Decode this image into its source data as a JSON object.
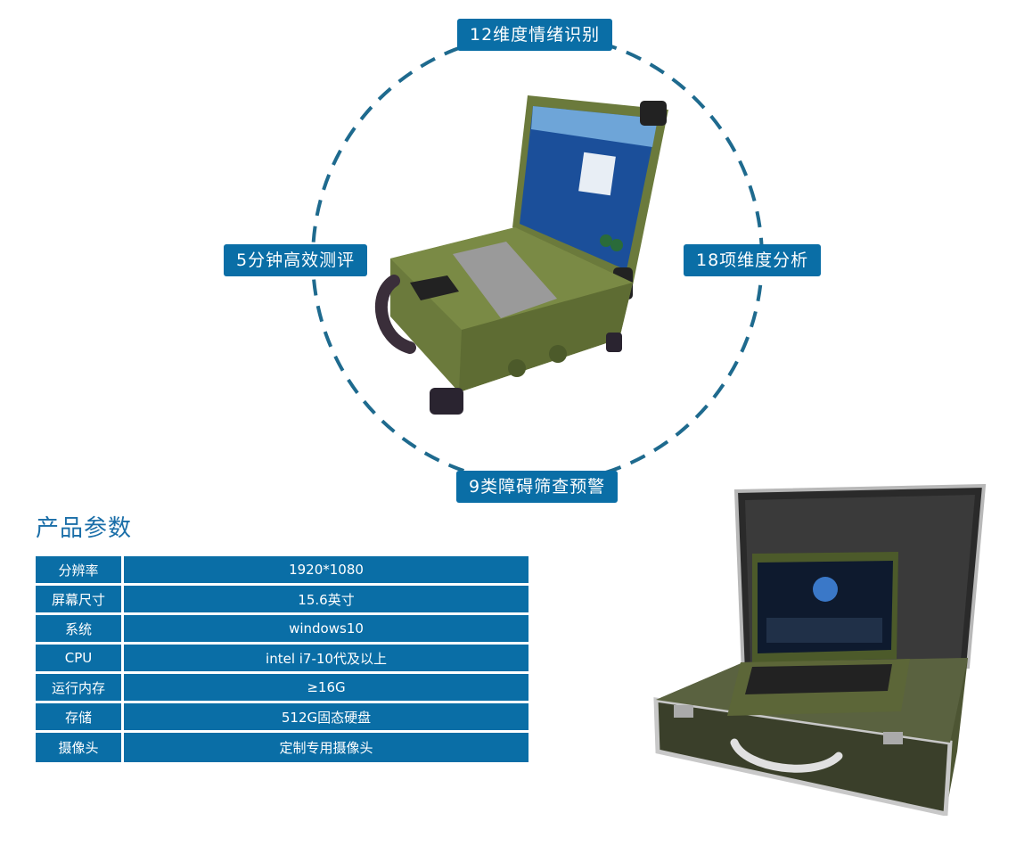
{
  "features": {
    "top": "12维度情绪识别",
    "left": "5分钟高效测评",
    "right": "18项维度分析",
    "bottom": "9类障碍筛查预警"
  },
  "section_title": "产品参数",
  "params": [
    {
      "label": "分辨率",
      "value": "1920*1080"
    },
    {
      "label": "屏幕尺寸",
      "value": "15.6英寸"
    },
    {
      "label": "系统",
      "value": "windows10"
    },
    {
      "label": "CPU",
      "value": "intel i7-10代及以上"
    },
    {
      "label": "运行内存",
      "value": "≥16G"
    },
    {
      "label": "存储",
      "value": "512G固态硬盘"
    },
    {
      "label": "摄像头",
      "value": "定制专用摄像头"
    }
  ],
  "colors": {
    "accent": "#0a6ea6",
    "circle": "#1e6a8e",
    "laptop_green": "#6b7a3c",
    "case_dark": "#2f3328"
  }
}
